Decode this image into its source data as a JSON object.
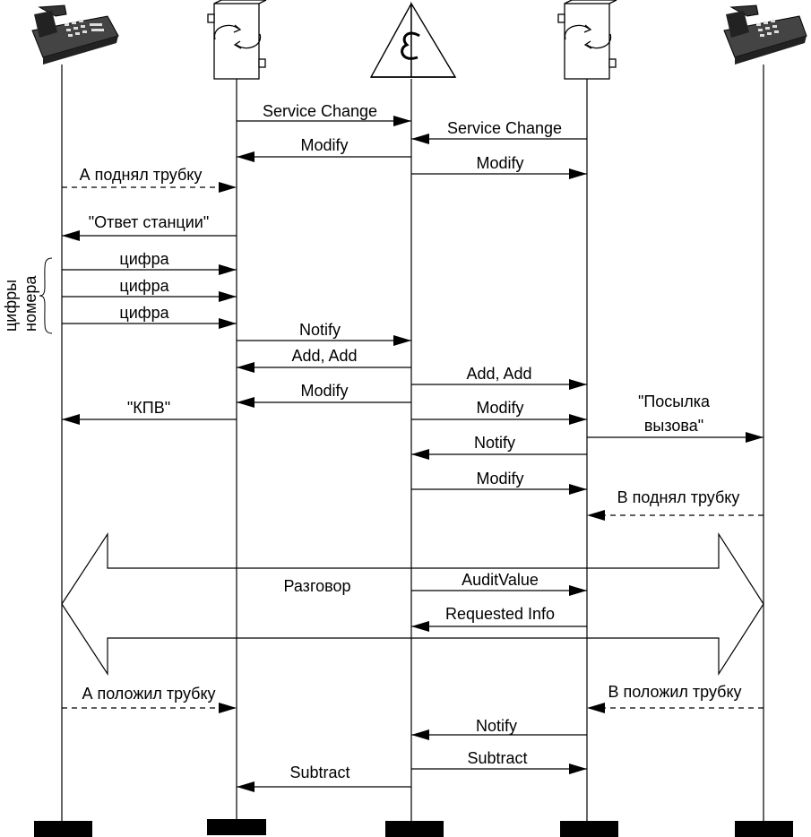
{
  "labels": {
    "sc1": "Service Change",
    "sc2": "Service Change",
    "mod1": "Modify",
    "mod2": "Modify",
    "a_offhook": "А поднял трубку",
    "dialtone": "\"Ответ станции\"",
    "digit1": "цифра",
    "digit2": "цифра",
    "digit3": "цифра",
    "digits_brace_1": "цифры",
    "digits_brace_2": "номера",
    "notify1": "Notify",
    "add1": "Add, Add",
    "add2": "Add, Add",
    "mod3": "Modify",
    "kpv": "\"КПВ\"",
    "mod4": "Modify",
    "ring_1": "\"Посылка",
    "ring_2": "вызова\"",
    "notify2": "Notify",
    "mod5": "Modify",
    "b_offhook": "В поднял трубку",
    "talk": "Разговор",
    "audit": "AuditValue",
    "reqinfo": "Requested Info",
    "a_onhook": "А положил трубку",
    "b_onhook": "В положил трубку",
    "notify3": "Notify",
    "subtract1": "Subtract",
    "subtract2": "Subtract"
  },
  "icons": {
    "left_phone": "telephone-icon",
    "gateway_a": "media-gateway-icon",
    "controller": "call-agent-pyramid-icon",
    "gateway_b": "media-gateway-icon",
    "right_phone": "telephone-icon"
  }
}
